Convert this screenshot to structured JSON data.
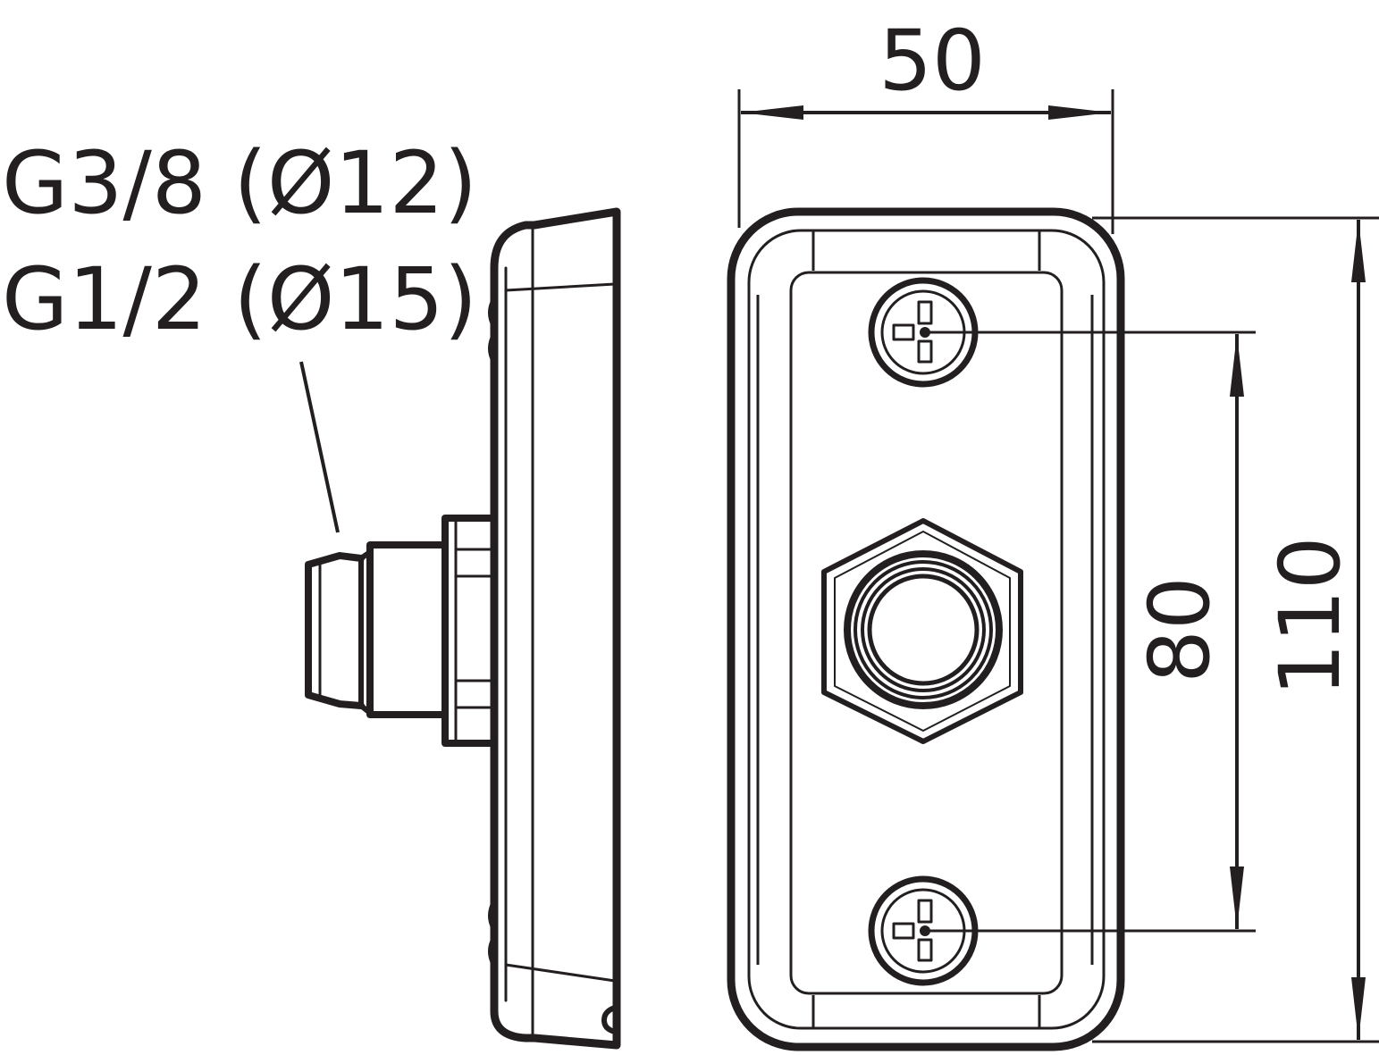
{
  "labels": {
    "thread_1": "G3/8 (Ø12)",
    "thread_2": "G1/2 (Ø15)"
  },
  "dimensions": {
    "width": "50",
    "hole_spacing": "80",
    "height": "110"
  },
  "colors": {
    "line": "#231f20",
    "background": "#ffffff"
  }
}
